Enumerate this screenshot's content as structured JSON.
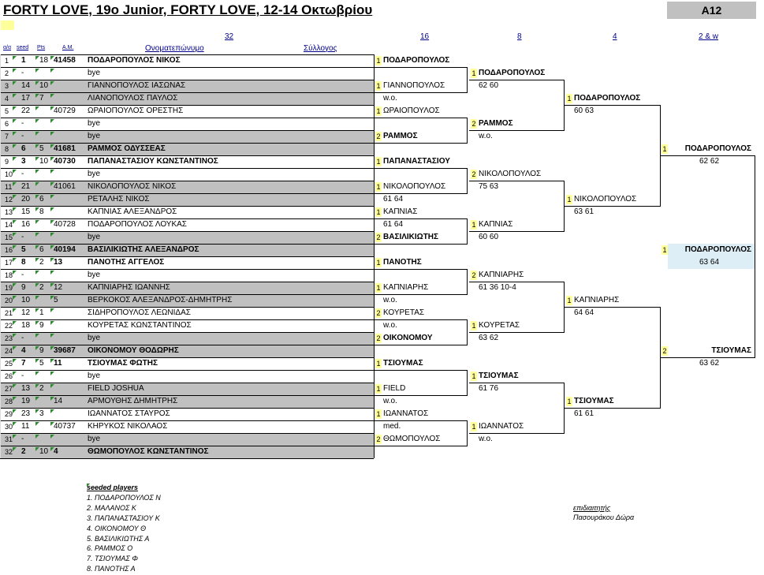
{
  "title": "FORTY LOVE, 19o Junior, FORTY LOVE, 12-14 Οκτωβρίου",
  "event_code": "A12",
  "headers": {
    "aa": "α/α",
    "seed": "seed",
    "pts": "Pts",
    "am": "A.M.",
    "name": "Ονοματεπώνυμο",
    "club": "Σύλλογος",
    "r32": "32",
    "r16": "16",
    "r8": "8",
    "r4": "4",
    "final": "2 & w"
  },
  "players": [
    {
      "n": "1",
      "seed": "1",
      "pts": "18",
      "am": "41458",
      "name": "ΠΟΔΑΡΟΠΟΥΛΟΣ ΝΙΚΟΣ",
      "bold": true,
      "grey": false
    },
    {
      "n": "2",
      "seed": "-",
      "pts": "",
      "am": "",
      "name": "bye",
      "bold": false,
      "grey": false
    },
    {
      "n": "3",
      "seed": "14",
      "pts": "10",
      "am": "",
      "name": "ΓΙΑΝΝΟΠΟΥΛΟΣ ΙΑΣΩΝΑΣ",
      "bold": false,
      "grey": true
    },
    {
      "n": "4",
      "seed": "17",
      "pts": "7",
      "am": "",
      "name": "ΛΙΑΝΟΠΟΥΛΟΣ ΠΑΥΛΟΣ",
      "bold": false,
      "grey": true
    },
    {
      "n": "5",
      "seed": "22",
      "pts": "",
      "am": "40729",
      "name": "ΩΡΑΙΟΠΟΥΛΟΣ ΟΡΕΣΤΗΣ",
      "bold": false,
      "grey": false
    },
    {
      "n": "6",
      "seed": "-",
      "pts": "",
      "am": "",
      "name": "bye",
      "bold": false,
      "grey": false
    },
    {
      "n": "7",
      "seed": "-",
      "pts": "",
      "am": "",
      "name": "bye",
      "bold": false,
      "grey": true
    },
    {
      "n": "8",
      "seed": "6",
      "pts": "5",
      "am": "41681",
      "name": "ΡΑΜΜΟΣ ΟΔΥΣΣΕΑΣ",
      "bold": true,
      "grey": true
    },
    {
      "n": "9",
      "seed": "3",
      "pts": "10",
      "am": "40730",
      "name": "ΠΑΠΑΝΑΣΤΑΣΙΟΥ ΚΩΝΣΤΑΝΤΙΝΟΣ",
      "bold": true,
      "grey": false
    },
    {
      "n": "10",
      "seed": "-",
      "pts": "",
      "am": "",
      "name": "bye",
      "bold": false,
      "grey": false
    },
    {
      "n": "11",
      "seed": "21",
      "pts": "",
      "am": "41061",
      "name": "ΝΙΚΟΛΟΠΟΥΛΟΣ ΝΙΚΟΣ",
      "bold": false,
      "grey": true
    },
    {
      "n": "12",
      "seed": "20",
      "pts": "6",
      "am": "",
      "name": "ΡΕΤΑΛΗΣ ΝΙΚΟΣ",
      "bold": false,
      "grey": true
    },
    {
      "n": "13",
      "seed": "15",
      "pts": "8",
      "am": "",
      "name": "ΚΑΠΝΙΑΣ ΑΛΕΞΑΝΔΡΟΣ",
      "bold": false,
      "grey": false
    },
    {
      "n": "14",
      "seed": "16",
      "pts": "",
      "am": "40728",
      "name": "ΠΟΔΑΡΟΠΟΥΛΟΣ ΛΟΥΚΑΣ",
      "bold": false,
      "grey": false
    },
    {
      "n": "15",
      "seed": "-",
      "pts": "",
      "am": "",
      "name": "bye",
      "bold": false,
      "grey": true
    },
    {
      "n": "16",
      "seed": "5",
      "pts": "6",
      "am": "40194",
      "name": "ΒΑΣΙΛΙΚΙΩΤΗΣ ΑΛΕΞΑΝΔΡΟΣ",
      "bold": true,
      "grey": true
    },
    {
      "n": "17",
      "seed": "8",
      "pts": "2",
      "am": "13",
      "name": "ΠΑΝΟΤΗΣ ΑΓΓΕΛΟΣ",
      "bold": true,
      "grey": false
    },
    {
      "n": "18",
      "seed": "-",
      "pts": "",
      "am": "",
      "name": "bye",
      "bold": false,
      "grey": false
    },
    {
      "n": "19",
      "seed": "9",
      "pts": "2",
      "am": "12",
      "name": "ΚΑΠΝΙΑΡΗΣ ΙΩΑΝΝΗΣ",
      "bold": false,
      "grey": true
    },
    {
      "n": "20",
      "seed": "10",
      "pts": "",
      "am": "5",
      "name": "ΒΕΡΚΟΚΟΣ ΑΛΕΞΑΝΔΡΟΣ-ΔΗΜΗΤΡΗΣ",
      "bold": false,
      "grey": true
    },
    {
      "n": "21",
      "seed": "12",
      "pts": "1",
      "am": "",
      "name": "ΣΙΔΗΡΟΠΟΥΛΟΣ ΛΕΩΝΙΔΑΣ",
      "bold": false,
      "grey": false
    },
    {
      "n": "22",
      "seed": "18",
      "pts": "9",
      "am": "",
      "name": "ΚΟΥΡΕΤΑΣ ΚΩΝΣΤΑΝΤΙΝΟΣ",
      "bold": false,
      "grey": false
    },
    {
      "n": "23",
      "seed": "-",
      "pts": "",
      "am": "",
      "name": "bye",
      "bold": false,
      "grey": true
    },
    {
      "n": "24",
      "seed": "4",
      "pts": "9",
      "am": "39687",
      "name": "ΟΙΚΟΝΟΜΟΥ ΘΟΔΩΡΗΣ",
      "bold": true,
      "grey": true
    },
    {
      "n": "25",
      "seed": "7",
      "pts": "5",
      "am": "11",
      "name": "ΤΣΙΟΥΜΑΣ ΦΩΤΗΣ",
      "bold": true,
      "grey": false
    },
    {
      "n": "26",
      "seed": "-",
      "pts": "",
      "am": "",
      "name": "bye",
      "bold": false,
      "grey": false
    },
    {
      "n": "27",
      "seed": "13",
      "pts": "2",
      "am": "",
      "name": "FIELD JOSHUA",
      "bold": false,
      "grey": true
    },
    {
      "n": "28",
      "seed": "19",
      "pts": "",
      "am": "14",
      "name": "ΑΡΜΟΥΘΗΣ ΔΗΜΗΤΡΗΣ",
      "bold": false,
      "grey": true
    },
    {
      "n": "29",
      "seed": "23",
      "pts": "3",
      "am": "",
      "name": "ΙΩΑΝΝΑΤΟΣ ΣΤΑΥΡΟΣ",
      "bold": false,
      "grey": false
    },
    {
      "n": "30",
      "seed": "11",
      "pts": "",
      "am": "40737",
      "name": "ΚΗΡΥΚΟΣ ΝΙΚΟΛΑΟΣ",
      "bold": false,
      "grey": false
    },
    {
      "n": "31",
      "seed": "-",
      "pts": "",
      "am": "",
      "name": "bye",
      "bold": false,
      "grey": true
    },
    {
      "n": "32",
      "seed": "2",
      "pts": "10",
      "am": "4",
      "name": "ΘΩΜΟΠΟΥΛΟΣ ΚΩΝΣΤΑΝΤΙΝΟΣ",
      "bold": true,
      "grey": true
    }
  ],
  "rounds": [
    {
      "matches": [
        {
          "w": "1",
          "name": "ΠΟΔΑΡΟΠΟΥΛΟΣ",
          "score": "",
          "bold": true
        },
        {
          "w": "1",
          "name": "ΓΙΑΝΝΟΠΟΥΛΟΣ",
          "score": "w.o.",
          "bold": false
        },
        {
          "w": "1",
          "name": "ΩΡΑΙΟΠΟΥΛΟΣ",
          "score": "",
          "bold": false
        },
        {
          "w": "2",
          "name": "ΡΑΜΜΟΣ",
          "score": "",
          "bold": true
        },
        {
          "w": "1",
          "name": "ΠΑΠΑΝΑΣΤΑΣΙΟΥ",
          "score": "",
          "bold": true
        },
        {
          "w": "1",
          "name": "ΝΙΚΟΛΟΠΟΥΛΟΣ",
          "score": "61 64",
          "bold": false
        },
        {
          "w": "1",
          "name": "ΚΑΠΝΙΑΣ",
          "score": "61 64",
          "bold": false
        },
        {
          "w": "2",
          "name": "ΒΑΣΙΛΙΚΙΩΤΗΣ",
          "score": "",
          "bold": true
        },
        {
          "w": "1",
          "name": "ΠΑΝΟΤΗΣ",
          "score": "",
          "bold": true
        },
        {
          "w": "1",
          "name": "ΚΑΠΝΙΑΡΗΣ",
          "score": "w.o.",
          "bold": false
        },
        {
          "w": "2",
          "name": "ΚΟΥΡΕΤΑΣ",
          "score": "w.o.",
          "bold": false
        },
        {
          "w": "2",
          "name": "ΟΙΚΟΝΟΜΟΥ",
          "score": "",
          "bold": true
        },
        {
          "w": "1",
          "name": "ΤΣΙΟΥΜΑΣ",
          "score": "",
          "bold": true
        },
        {
          "w": "1",
          "name": "FIELD",
          "score": "w.o.",
          "bold": false
        },
        {
          "w": "1",
          "name": "ΙΩΑΝΝΑΤΟΣ",
          "score": "med.",
          "bold": false
        },
        {
          "w": "2",
          "name": "ΘΩΜΟΠΟΥΛΟΣ",
          "score": "",
          "bold": false
        }
      ]
    },
    {
      "matches": [
        {
          "w": "1",
          "name": "ΠΟΔΑΡΟΠΟΥΛΟΣ",
          "score": "62 60",
          "bold": true
        },
        {
          "w": "2",
          "name": "ΡΑΜΜΟΣ",
          "score": "w.o.",
          "bold": true
        },
        {
          "w": "2",
          "name": "ΝΙΚΟΛΟΠΟΥΛΟΣ",
          "score": "75 63",
          "bold": false
        },
        {
          "w": "1",
          "name": "ΚΑΠΝΙΑΣ",
          "score": "60 60",
          "bold": false
        },
        {
          "w": "2",
          "name": "ΚΑΠΝΙΑΡΗΣ",
          "score": "61 36 10-4",
          "bold": false
        },
        {
          "w": "1",
          "name": "ΚΟΥΡΕΤΑΣ",
          "score": "63 62",
          "bold": false
        },
        {
          "w": "1",
          "name": "ΤΣΙΟΥΜΑΣ",
          "score": "61 76",
          "bold": true
        },
        {
          "w": "1",
          "name": "ΙΩΑΝΝΑΤΟΣ",
          "score": "w.o.",
          "bold": false
        }
      ]
    },
    {
      "matches": [
        {
          "w": "1",
          "name": "ΠΟΔΑΡΟΠΟΥΛΟΣ",
          "score": "60 63",
          "bold": true
        },
        {
          "w": "1",
          "name": "ΝΙΚΟΛΟΠΟΥΛΟΣ",
          "score": "63 61",
          "bold": false
        },
        {
          "w": "1",
          "name": "ΚΑΠΝΙΑΡΗΣ",
          "score": "64 64",
          "bold": false
        },
        {
          "w": "1",
          "name": "ΤΣΙΟΥΜΑΣ",
          "score": "61 61",
          "bold": true
        }
      ]
    },
    {
      "matches": [
        {
          "w": "1",
          "name": "ΠΟΔΑΡΟΠΟΥΛΟΣ",
          "score": "62 62",
          "bold": true
        },
        {
          "w": "2",
          "name": "ΤΣΙΟΥΜΑΣ",
          "score": "63 62",
          "bold": true
        }
      ]
    },
    {
      "matches": [
        {
          "w": "1",
          "name": "ΠΟΔΑΡΟΠΟΥΛΟΣ",
          "score": "63 64",
          "bold": true
        }
      ]
    }
  ],
  "legend": {
    "title": "seeded players",
    "items": [
      "1. ΠΟΔΑΡΟΠΟΥΛΟΣ Ν",
      "2. ΜΑΛΑΝΟΣ Κ",
      "3. ΠΑΠΑΝΑΣΤΑΣΙΟΥ Κ",
      "4. ΟΙΚΟΝΟΜΟΥ Θ",
      "5. ΒΑΣΙΛΙΚΙΩΤΗΣ Α",
      "6. ΡΑΜΜΟΣ Ο",
      "7. ΤΣΙΟΥΜΑΣ Φ",
      "8. ΠΑΝΟΤΗΣ Α"
    ]
  },
  "supervisor": {
    "label": "επιδιαιτητής",
    "name": "Πασουράκου Δώρα"
  },
  "colors": {
    "grey_row": "#c0c0c0",
    "seed_box": "#ffff99",
    "flag": "#2e8b2e",
    "final_highlight": "#ddeef6",
    "header_text": "#00008b"
  }
}
